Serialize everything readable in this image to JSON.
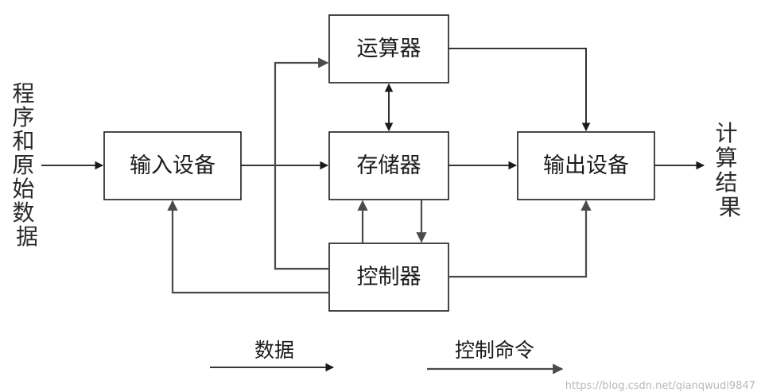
{
  "boxes": {
    "alu": "运算器",
    "input": "输入设备",
    "memory": "存储器",
    "output": "输出设备",
    "control": "控制器"
  },
  "left_label": "程序和原始数据",
  "right_label": "计算结果",
  "legend": {
    "data": "数据",
    "control": "控制命令"
  },
  "watermark": "https://blog.csdn.net/qianqwudi9847",
  "colors": {
    "data_line": "#1a1a1a",
    "control_line": "#4a4a4a"
  }
}
